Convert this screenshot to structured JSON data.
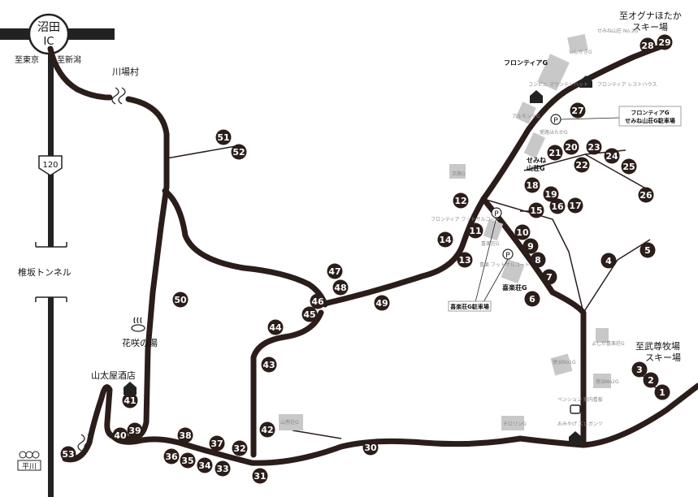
{
  "labels": {
    "ic_line1": "沼田",
    "ic_line2": "IC",
    "to_tokyo": "至東京",
    "to_niigata": "至新潟",
    "kawaba": "川場村",
    "route": "120",
    "tunnel": "椎坂トンネル",
    "hirakawa": "平川",
    "hanasaku": "花咲の湯",
    "yamadaya": "山太屋酒店",
    "oguna_1": "至オグナほたか",
    "oguna_2": "スキー場",
    "buson_1": "至武尊牧場",
    "buson_2": "スキー場",
    "frontier_g": "フロンティアG",
    "semine_g_1": "せみね",
    "semine_g_2": "山荘G",
    "kirakuso_g": "喜楽荘G",
    "parking_frontier_1": "フロンティアG",
    "parking_frontier_2": "せみね山荘G駐車場",
    "parking_kirakuso": "喜楽荘G駐車場"
  },
  "small_labels": {
    "ishigaki": "いしがきG",
    "semine_no2": "せみね山荘 No.2G",
    "convenience": "コンビニ マウンテンハット",
    "frontier_house": "フロンティア レストハウス",
    "arusomo": "アルモンテG",
    "hotaka": "愛路ほたかG",
    "kyoraku": "京路G",
    "futsal": "フロンティア フットサルコート",
    "kirakuso_2": "喜楽荘G",
    "kirakuso_futsal": "喜楽 フットサルコート",
    "yoshida": "よしだ喜楽荘G",
    "katabashi": "徳治No1G",
    "tokuji": "徳治No2G",
    "yamase": "山巻荘G",
    "chiririn": "チロリンG",
    "pension": "ペンション 案内看板",
    "omiyage": "おみやげ エレガンツ"
  },
  "markers": [
    "1",
    "2",
    "3",
    "4",
    "5",
    "6",
    "7",
    "8",
    "9",
    "10",
    "11",
    "12",
    "13",
    "14",
    "15",
    "16",
    "17",
    "18",
    "19",
    "20",
    "21",
    "22",
    "23",
    "24",
    "25",
    "26",
    "27",
    "28",
    "29",
    "30",
    "31",
    "32",
    "33",
    "34",
    "35",
    "36",
    "37",
    "38",
    "39",
    "40",
    "41",
    "42",
    "43",
    "44",
    "45",
    "46",
    "47",
    "48",
    "49",
    "50",
    "51",
    "52",
    "53"
  ],
  "parking_symbol": "P",
  "colors": {
    "road": "#2a1d1a",
    "marker": "#2a1d1a",
    "building": "#c8c8c8",
    "ink": "#111111"
  }
}
